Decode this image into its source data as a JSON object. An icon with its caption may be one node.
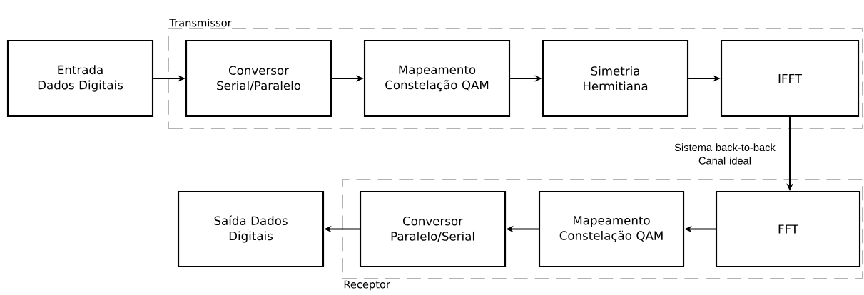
{
  "diagram": {
    "nodes": [
      {
        "text": [
          "Entrada Dados Digitais"
        ]
      },
      {
        "text": [
          "Transmissor"
        ]
      },
      {
        "text": [
          "Conversor Serial/Paralelo"
        ],
        "in": 1
      },
      {
        "text": [
          "Mapeamento Constelação QAM"
        ],
        "in": 1
      },
      {
        "text": [
          "Simetria Hermitiana"
        ],
        "in": 1
      },
      {
        "text": [
          "IFFT"
        ],
        "in": 1
      },
      {
        "text": [
          "Receptor"
        ]
      },
      {
        "text": [
          "Saída Dados Digitais"
        ]
      },
      {
        "text": [
          "Conversor Paralelo/Serial"
        ],
        "in": 6
      },
      {
        "text": [
          "Mapeamento Constelação QAM"
        ],
        "in": 6
      },
      {
        "text": [
          "FFT"
        ],
        "in": 6
      }
    ],
    "edges": [
      {
        "from": 0,
        "to": 2,
        "arrow": "to"
      },
      {
        "from": 2,
        "to": 3,
        "arrow": "to"
      },
      {
        "from": 3,
        "to": 4,
        "arrow": "to"
      },
      {
        "from": 4,
        "to": 5,
        "arrow": "to"
      },
      {
        "from": 5,
        "to": 10,
        "arrow": "to",
        "label": "Sistema back-to-back Canal ideal"
      },
      {
        "from": 10,
        "to": 9,
        "arrow": "to"
      },
      {
        "from": 9,
        "to": 8,
        "arrow": "to"
      },
      {
        "from": 8,
        "to": 7,
        "arrow": "to"
      }
    ]
  }
}
